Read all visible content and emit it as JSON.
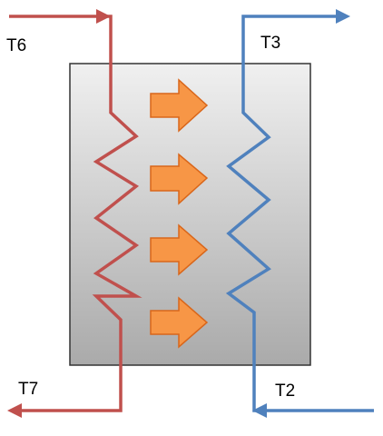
{
  "labels": {
    "hot_inlet": "T6",
    "hot_outlet": "T7",
    "cold_outlet": "T3",
    "cold_inlet": "T2"
  },
  "colors": {
    "hot_stream": "#c0504d",
    "cold_stream": "#4f81bd",
    "arrow_fill": "#f79646",
    "arrow_stroke": "#d9661a",
    "box_top": "#f0f0f0",
    "box_bottom": "#aaaaaa",
    "box_border": "#333333"
  },
  "heat_transfer_arrows": 4,
  "hot_coil_peaks": 4,
  "cold_coil_peaks": 4
}
